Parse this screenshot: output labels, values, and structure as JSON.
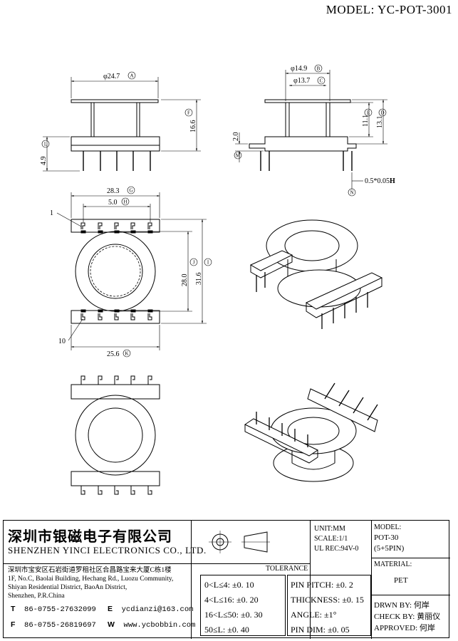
{
  "header": {
    "model": "MODEL: YC-POT-3001"
  },
  "dims": {
    "d247": "φ24.7",
    "d149": "φ14.9",
    "d137": "φ13.7",
    "h166": "16.6",
    "h49": "4.9",
    "h20": "2.0",
    "h111": "11.1",
    "h131": "13.1",
    "pin": "0.5*0.05",
    "w283": "28.3",
    "w50": "5.0",
    "h280": "28.0",
    "h316": "31.6",
    "w256": "25.6",
    "pin1": "1",
    "pin10": "10"
  },
  "marks": {
    "A": "A",
    "B": "B",
    "C": "C",
    "D": "D",
    "E": "E",
    "F": "F",
    "G": "G",
    "H": "H",
    "I": "I",
    "J": "J",
    "K": "K",
    "L": "L",
    "M": "M",
    "N": "N"
  },
  "pin_suffix": "H",
  "title_block": {
    "company_cn": "深圳市银磁电子有限公司",
    "company_en": "SHENZHEN YINCI ELECTRONICS CO., LTD.",
    "address_cn": "深圳市宝安区石岩街道罗租社区合昌路宝来大厦C栋1楼",
    "address_en": [
      "1F, No.C, Baolai Building, Hechang Rd., Luozu Community,",
      "Shiyan Residential District, BaoAn District,",
      "Shenzhen, P.R.China"
    ],
    "tel_label": "T",
    "tel": "86-0755-27632099",
    "fax_label": "F",
    "fax": "86-0755-26819697",
    "email_label": "E",
    "email": "ycdianzi@163.com",
    "web_label": "W",
    "web": "www.ycbobbin.com",
    "unit": "UNIT:MM",
    "scale": "SCALE:1/1",
    "ul": "UL REC:94V-0",
    "model_label": "MODEL:",
    "model_name": "POT-30",
    "model_pins": "(5+5PIN)",
    "material_label": "MATERIAL:",
    "material": "PET",
    "tolerance_label": "TOLERANCE",
    "tol_rows": [
      "0<L≤4: ±0. 10",
      "4<L≤16: ±0. 20",
      "16<L≤50: ±0. 30",
      "50≤L: ±0. 40"
    ],
    "pin_rows": [
      "PIN PITCH: ±0. 2",
      "THICKNESS: ±0. 15",
      "ANGLE: ±1°",
      "PIN DIM: ±0. 05"
    ],
    "drawn": "DRWN BY: 何岸",
    "check": "CHECK BY: 黄丽仪",
    "approved": "APPROVED: 何岸"
  }
}
